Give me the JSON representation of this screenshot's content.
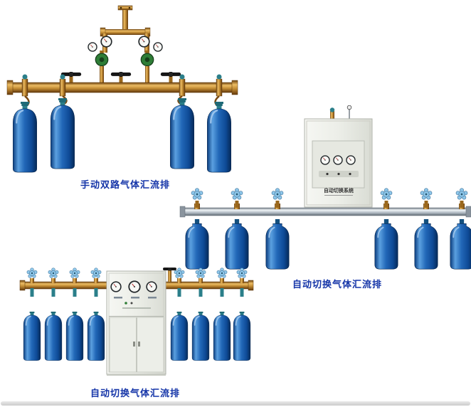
{
  "page": {
    "background": "#ffffff"
  },
  "figures": {
    "manual_dual": {
      "caption": "手动双路气体汇流排"
    },
    "auto_right": {
      "caption": "自动切换气体汇流排",
      "cabinet_label": "自动切换系统"
    },
    "auto_bottom": {
      "caption": "自动切换气体汇流排"
    }
  },
  "colors": {
    "page_bg": "#ffffff",
    "caption": "#1535a8",
    "cylinder_blue": "#1a5fb4",
    "brass": "#c08a33",
    "steel_pipe": "#aeb8c1",
    "cabinet": "#eceee8",
    "wheel_blue": "#8ec7ea",
    "valve_teal": "#2b7f8a",
    "regulator_green": "#2e7d36"
  }
}
